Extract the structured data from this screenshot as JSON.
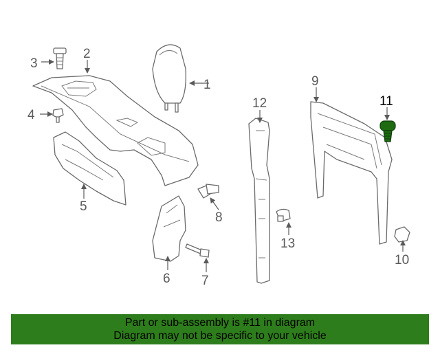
{
  "callouts": {
    "c1": "1",
    "c2": "2",
    "c3": "3",
    "c4": "4",
    "c5": "5",
    "c6": "6",
    "c7": "7",
    "c8": "8",
    "c9": "9",
    "c10": "10",
    "c11": "11",
    "c12": "12",
    "c13": "13"
  },
  "highlighted_part": "11",
  "colors": {
    "banner_bg": "#2e7d1c",
    "highlight_part": "#1f6b12",
    "line_art": "#6a6a6a"
  },
  "banner": {
    "line1": "Part or sub-assembly is #11 in diagram",
    "line2": "Diagram may not be specific to your vehicle"
  }
}
